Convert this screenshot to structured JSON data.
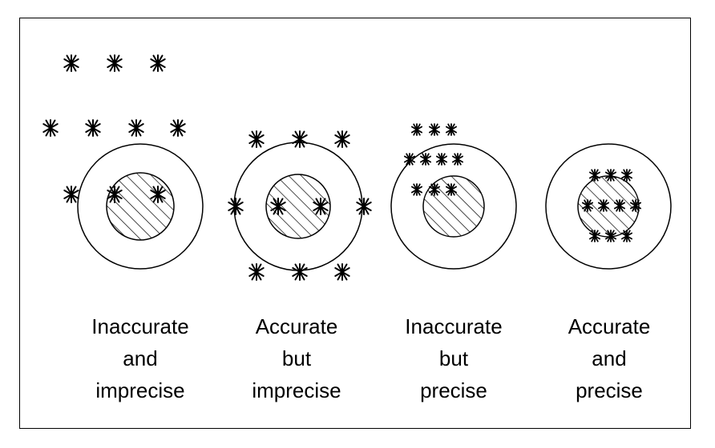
{
  "targets": [
    {
      "caption": [
        "Inaccurate",
        "and",
        "imprecise"
      ]
    },
    {
      "caption": [
        "Accurate",
        "but",
        "imprecise"
      ]
    },
    {
      "caption": [
        "Inaccurate",
        "but",
        "precise"
      ]
    },
    {
      "caption": [
        "Accurate",
        "and",
        "precise"
      ]
    }
  ],
  "colors": {
    "ink": "#000000",
    "paper": "#ffffff"
  }
}
